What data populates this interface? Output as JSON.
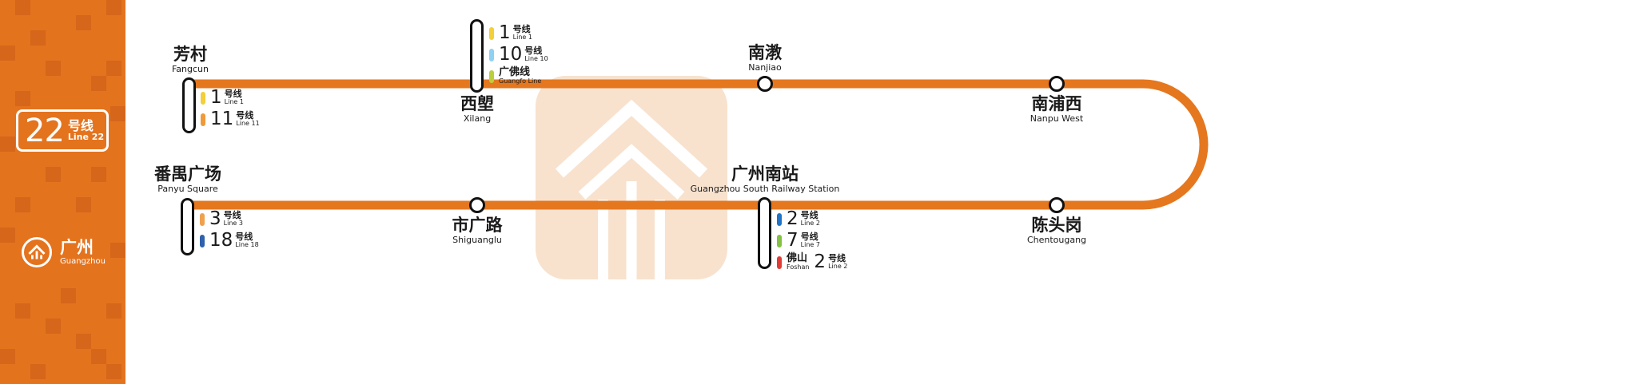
{
  "colors": {
    "line": "#E5771F",
    "sidebar": "#E4731E",
    "watermark": "#F8E2CE"
  },
  "sidebar": {
    "badge": {
      "num": "22",
      "cn": "号线",
      "en": "Line 22"
    },
    "brand": {
      "cn": "广州",
      "en": "Guangzhou"
    }
  },
  "stations": {
    "fangcun": {
      "cn": "芳村",
      "en": "Fangcun",
      "transfers": [
        {
          "num": "1",
          "suffix": "号线",
          "en": "Line 1",
          "color": "#F2CF3B"
        },
        {
          "num": "11",
          "suffix": "号线",
          "en": "Line 11",
          "color": "#F09A38"
        }
      ]
    },
    "xilang": {
      "cn": "西塱",
      "en": "Xilang",
      "transfers": [
        {
          "num": "1",
          "suffix": "号线",
          "en": "Line 1",
          "color": "#F2CF3B"
        },
        {
          "num": "10",
          "suffix": "号线",
          "en": "Line 10",
          "color": "#8ED1F2"
        },
        {
          "suffix": "广佛线",
          "en": "Guangfo Line",
          "color": "#BDCE3C"
        }
      ]
    },
    "nanjiao": {
      "cn": "南漖",
      "en": "Nanjiao"
    },
    "nanpu_west": {
      "cn": "南浦西",
      "en": "Nanpu West"
    },
    "chentougang": {
      "cn": "陈头岗",
      "en": "Chentougang"
    },
    "guangzhou_south": {
      "cn": "广州南站",
      "en": "Guangzhou South Railway Station",
      "transfers": [
        {
          "num": "2",
          "suffix": "号线",
          "en": "Line 2",
          "color": "#2173C8"
        },
        {
          "num": "7",
          "suffix": "号线",
          "en": "Line 7",
          "color": "#83C143"
        },
        {
          "prefix": "佛山",
          "prefix_en": "Foshan",
          "num": "2",
          "suffix": "号线",
          "en": "Line 2",
          "color": "#E23B36"
        }
      ]
    },
    "shiguanglu": {
      "cn": "市广路",
      "en": "Shiguanglu"
    },
    "panyu_square": {
      "cn": "番禺广场",
      "en": "Panyu Square",
      "transfers": [
        {
          "num": "3",
          "suffix": "号线",
          "en": "Line 3",
          "color": "#EFA14D"
        },
        {
          "num": "18",
          "suffix": "号线",
          "en": "Line 18",
          "color": "#2E62AD"
        }
      ]
    }
  }
}
